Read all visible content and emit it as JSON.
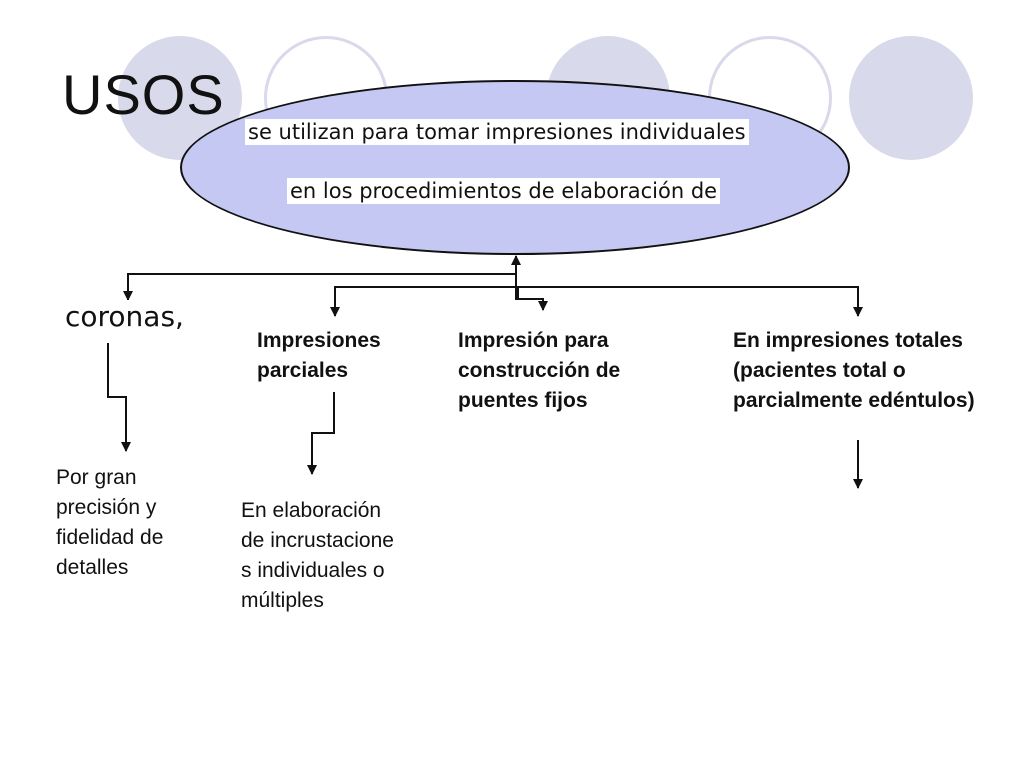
{
  "slide": {
    "title": "USOS"
  },
  "central_node": {
    "line1": "se utilizan para tomar impresiones individuales",
    "line2": "en los procedimientos de elaboración de"
  },
  "branches": {
    "coronas": "coronas,",
    "impresiones_parciales": "Impresiones parciales",
    "puentes_fijos": "Impresión para construcción de puentes fijos",
    "impresiones_totales": "En impresiones totales (pacientes total o parcialmente edéntulos)"
  },
  "leaves": {
    "precision": "Por gran precisión y fidelidad de detalles",
    "incrustaciones": "En elaboración de incrustacione s individuales o múltiples"
  },
  "colors": {
    "ellipse_fill": "#c4c8f2",
    "decoration": "#d8d9ea",
    "line": "#111111"
  }
}
